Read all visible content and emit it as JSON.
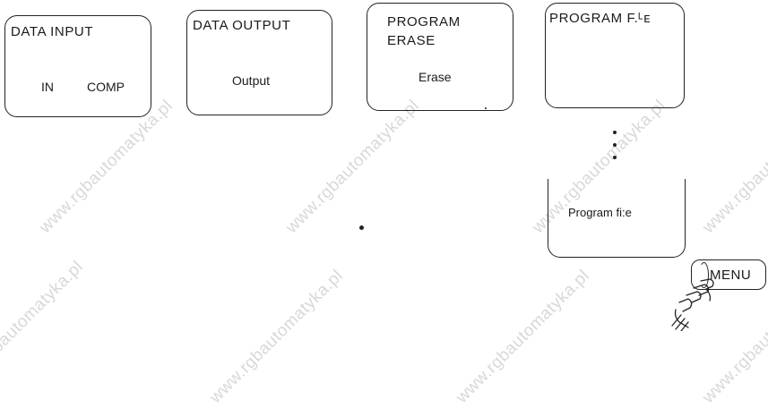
{
  "softkeys": [
    {
      "title": "DATA INPUT",
      "sub_left": "IN",
      "sub_right": "COMP"
    },
    {
      "title": "DATA OUTPUT",
      "sub": "Output"
    },
    {
      "title_line1": "PROGRAM",
      "title_line2": "ERASE",
      "sub": "Erase"
    },
    {
      "title": "PROGRAM F.ᴸᴇ"
    }
  ],
  "program_file": {
    "label": "Program fi:e"
  },
  "menu_key": {
    "label": "MENU"
  },
  "watermark": {
    "text": "www.rgbautomatyka.pl"
  },
  "colors": {
    "line": "#222222",
    "watermark": "#b9b9b9"
  }
}
